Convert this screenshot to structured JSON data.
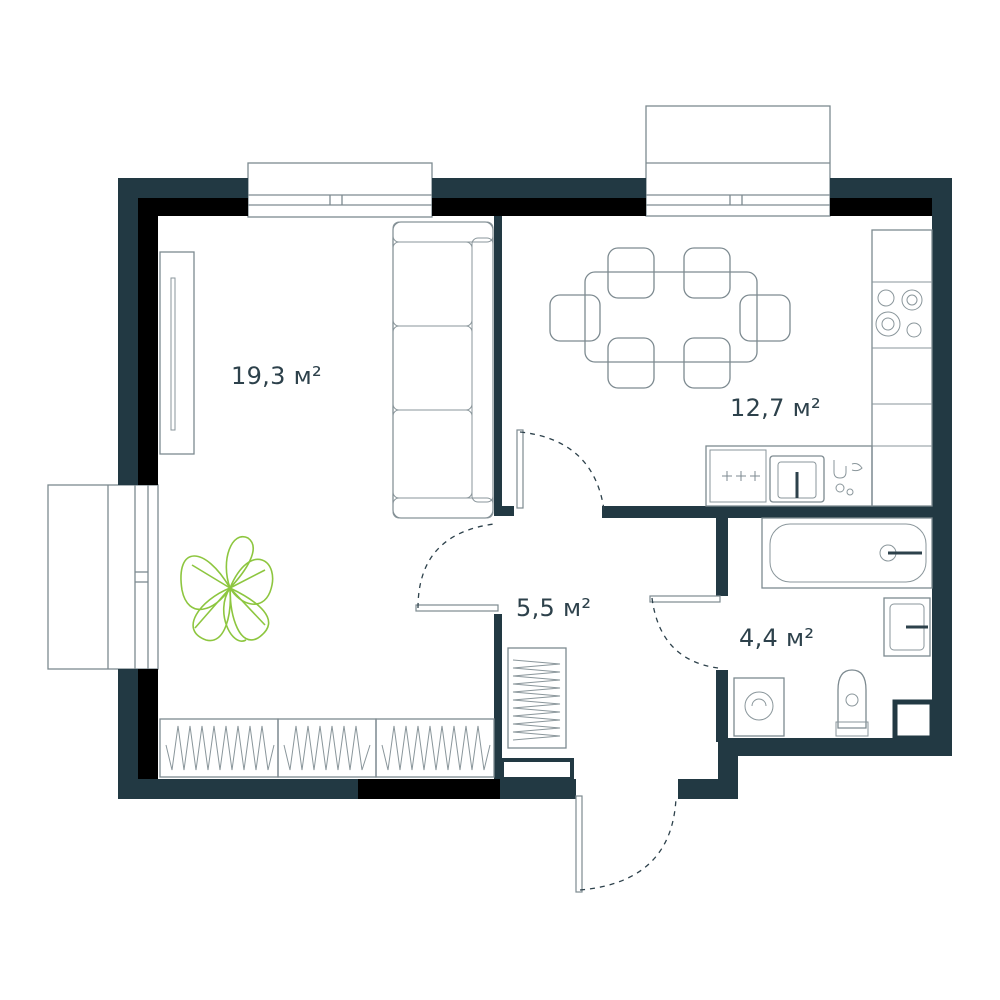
{
  "plan": {
    "colors": {
      "wall": "#223943",
      "wall_dark": "#000000",
      "furniture_line": "#7d8a90",
      "door_arc": "#2d414b",
      "plant": "#8dc63f",
      "label": "#2d414b"
    },
    "rooms": [
      {
        "id": "living-room",
        "area_label": "19,3 м²",
        "area_value": 19.3
      },
      {
        "id": "kitchen-dining",
        "area_label": "12,7 м²",
        "area_value": 12.7
      },
      {
        "id": "hallway",
        "area_label": "5,5 м²",
        "area_value": 5.5
      },
      {
        "id": "bathroom",
        "area_label": "4,4 м²",
        "area_value": 4.4
      }
    ],
    "icons": [
      "sofa-icon",
      "wall-shelf-icon",
      "radiator-icon",
      "plant-icon",
      "dining-table-icon",
      "chair-icon",
      "stove-icon",
      "sink-icon",
      "dishwasher-icon",
      "kitchen-counter-icon",
      "bathtub-icon",
      "washbasin-icon",
      "toilet-icon",
      "washing-machine-icon",
      "door-icon",
      "window-icon",
      "balcony-icon"
    ]
  }
}
